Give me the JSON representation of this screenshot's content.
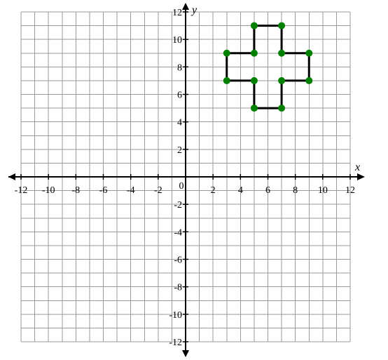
{
  "chart_data": {
    "type": "scatter",
    "title": "",
    "xlabel": "x",
    "ylabel": "y",
    "xlim": [
      -12,
      12
    ],
    "ylim": [
      -12,
      12
    ],
    "grid": true,
    "x_ticks": [
      -12,
      -10,
      -8,
      -6,
      -4,
      -2,
      0,
      2,
      4,
      6,
      8,
      10,
      12
    ],
    "y_ticks": [
      -12,
      -10,
      -8,
      -6,
      -4,
      -2,
      2,
      4,
      6,
      8,
      10,
      12
    ],
    "series": [
      {
        "color": "#008000",
        "line_color": "#000000",
        "closed": true,
        "points": [
          {
            "x": 5,
            "y": 11
          },
          {
            "x": 7,
            "y": 11
          },
          {
            "x": 7,
            "y": 9
          },
          {
            "x": 9,
            "y": 9
          },
          {
            "x": 9,
            "y": 7
          },
          {
            "x": 7,
            "y": 7
          },
          {
            "x": 7,
            "y": 5
          },
          {
            "x": 5,
            "y": 5
          },
          {
            "x": 5,
            "y": 7
          },
          {
            "x": 3,
            "y": 7
          },
          {
            "x": 3,
            "y": 9
          },
          {
            "x": 5,
            "y": 9
          }
        ]
      }
    ]
  }
}
